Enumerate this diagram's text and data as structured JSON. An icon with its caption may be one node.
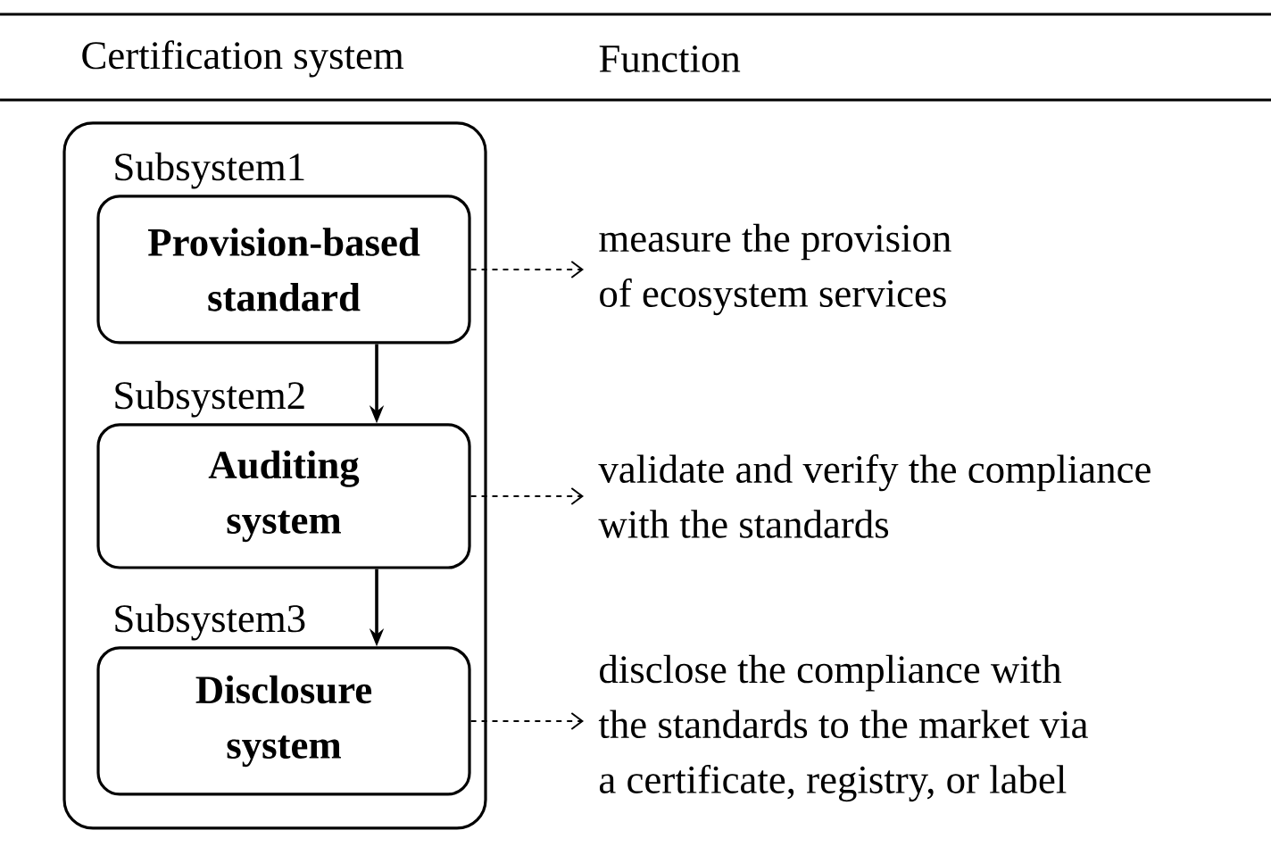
{
  "diagram": {
    "nodes": [
      {
        "text": [],
        "shape": "box"
      },
      {
        "text": [
          "Subsystem1",
          "Provision-based standard"
        ],
        "in": 0
      },
      {
        "text": [
          "Subsystem2",
          "Auditing system"
        ],
        "in": 0
      },
      {
        "text": [
          "Subsystem3",
          "Disclosure system"
        ],
        "in": 0
      },
      {
        "text": [
          "measure the provision of ecosystem services"
        ]
      },
      {
        "text": [
          "validate and verify the compliance with the standards"
        ]
      },
      {
        "text": [
          "disclose the compliance with the standards to the market via a certificate, registry, or label"
        ]
      }
    ],
    "edges": [
      {
        "from": 1,
        "to": 2,
        "arrow": "to"
      },
      {
        "from": 2,
        "to": 3,
        "arrow": "to"
      },
      {
        "from": 1,
        "to": 4,
        "arrow": "to",
        "style": "dashed"
      },
      {
        "from": 2,
        "to": 5,
        "arrow": "to",
        "style": "dashed"
      },
      {
        "from": 3,
        "to": 6,
        "arrow": "to",
        "style": "dashed"
      }
    ],
    "labels": [
      "Certification system",
      "Function"
    ]
  }
}
